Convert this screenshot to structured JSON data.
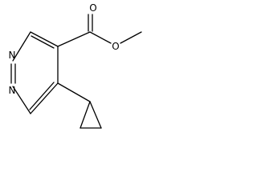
{
  "molecule": {
    "atoms": {
      "ring_n1": "N",
      "ring_n2": "N",
      "carbonyl_o": "O",
      "ester_o": "O"
    },
    "bond_color": "#000000",
    "background": "#ffffff"
  }
}
